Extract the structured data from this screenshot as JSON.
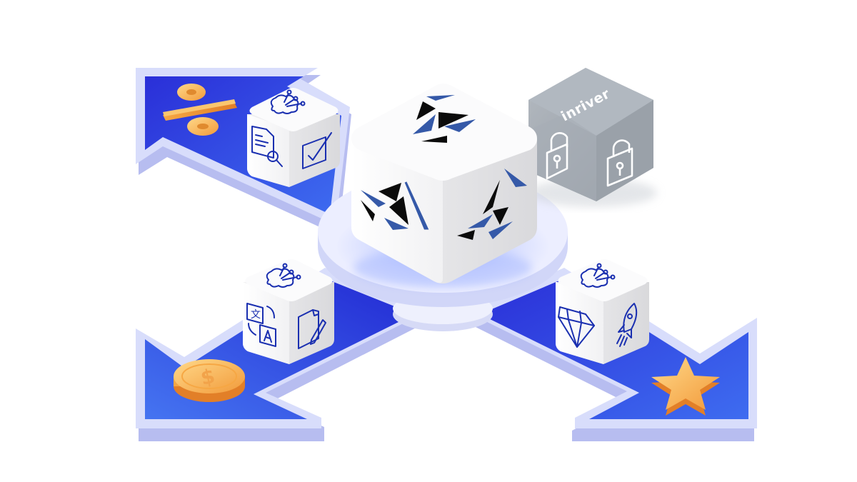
{
  "scene": {
    "description": "Isometric illustration: central cube on platform with four arrows pointing to corners",
    "colors": {
      "arrow_blue": "#2b36e0",
      "arrow_blue_light": "#3f6fee",
      "arrow_border": "#d7dcfb",
      "arrow_border_shadow": "#b3b9ef",
      "cube_white": "#ffffff",
      "cube_shade": "#e4e4e6",
      "icon_blue": "#1a2fb0",
      "logo_blue": "#3559a8",
      "logo_black": "#0b0b0b",
      "gold": "#f7b34c",
      "gray_cube": "#a9b0b8",
      "platform": "#eceeff"
    },
    "center_cube": {
      "logo": "crystal-logo"
    },
    "locked_cube": {
      "brand_text": "inriver",
      "icons": [
        "lock-icon",
        "lock-icon"
      ]
    },
    "arrows": [
      {
        "direction": "up-left",
        "token": "percent-icon",
        "cube_icons": [
          "ai-brain-icon",
          "document-search-icon",
          "checkbox-icon"
        ]
      },
      {
        "direction": "down-left",
        "token": "dollar-coin-icon",
        "cube_icons": [
          "ai-brain-icon",
          "translate-icon",
          "document-edit-icon"
        ]
      },
      {
        "direction": "down-right",
        "token": "star-icon",
        "cube_icons": [
          "ai-brain-icon",
          "diamond-icon",
          "rocket-icon"
        ]
      }
    ]
  }
}
